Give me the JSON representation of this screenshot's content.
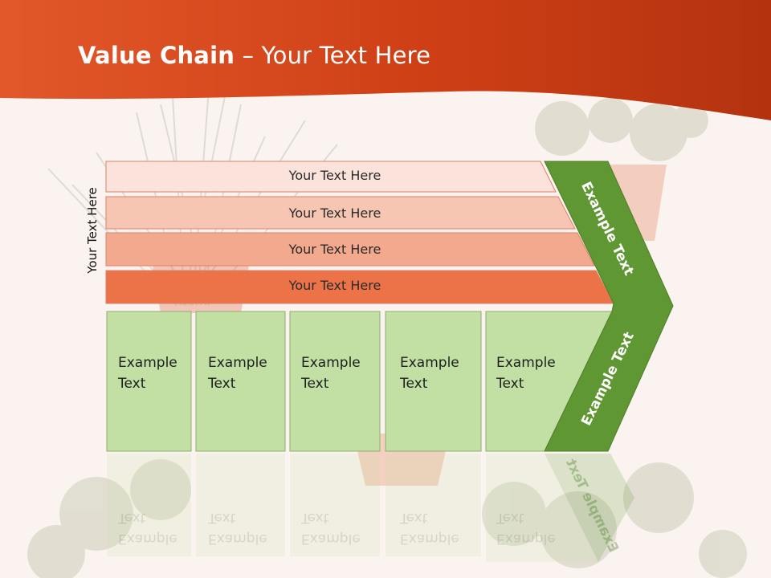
{
  "title": {
    "bold": "Value Chain",
    "rest": " – Your Text Here"
  },
  "side_label": "Your Text Here",
  "bars": [
    "Your Text Here",
    "Your Text Here",
    "Your Text Here",
    "Your Text Here"
  ],
  "boxes": [
    "Example\nText",
    "Example\nText",
    "Example\nText",
    "Example\nText",
    "Example\nText"
  ],
  "chevron": {
    "upper": "Example Text",
    "lower": "Example Text"
  },
  "colors": {
    "header": "#d8461c",
    "bar1": "#fbe3dc",
    "bar2": "#f6c6b3",
    "bar3": "#f2a98d",
    "bar4": "#ec7248",
    "box": "#c3e0a4",
    "chevron": "#5f9733"
  }
}
